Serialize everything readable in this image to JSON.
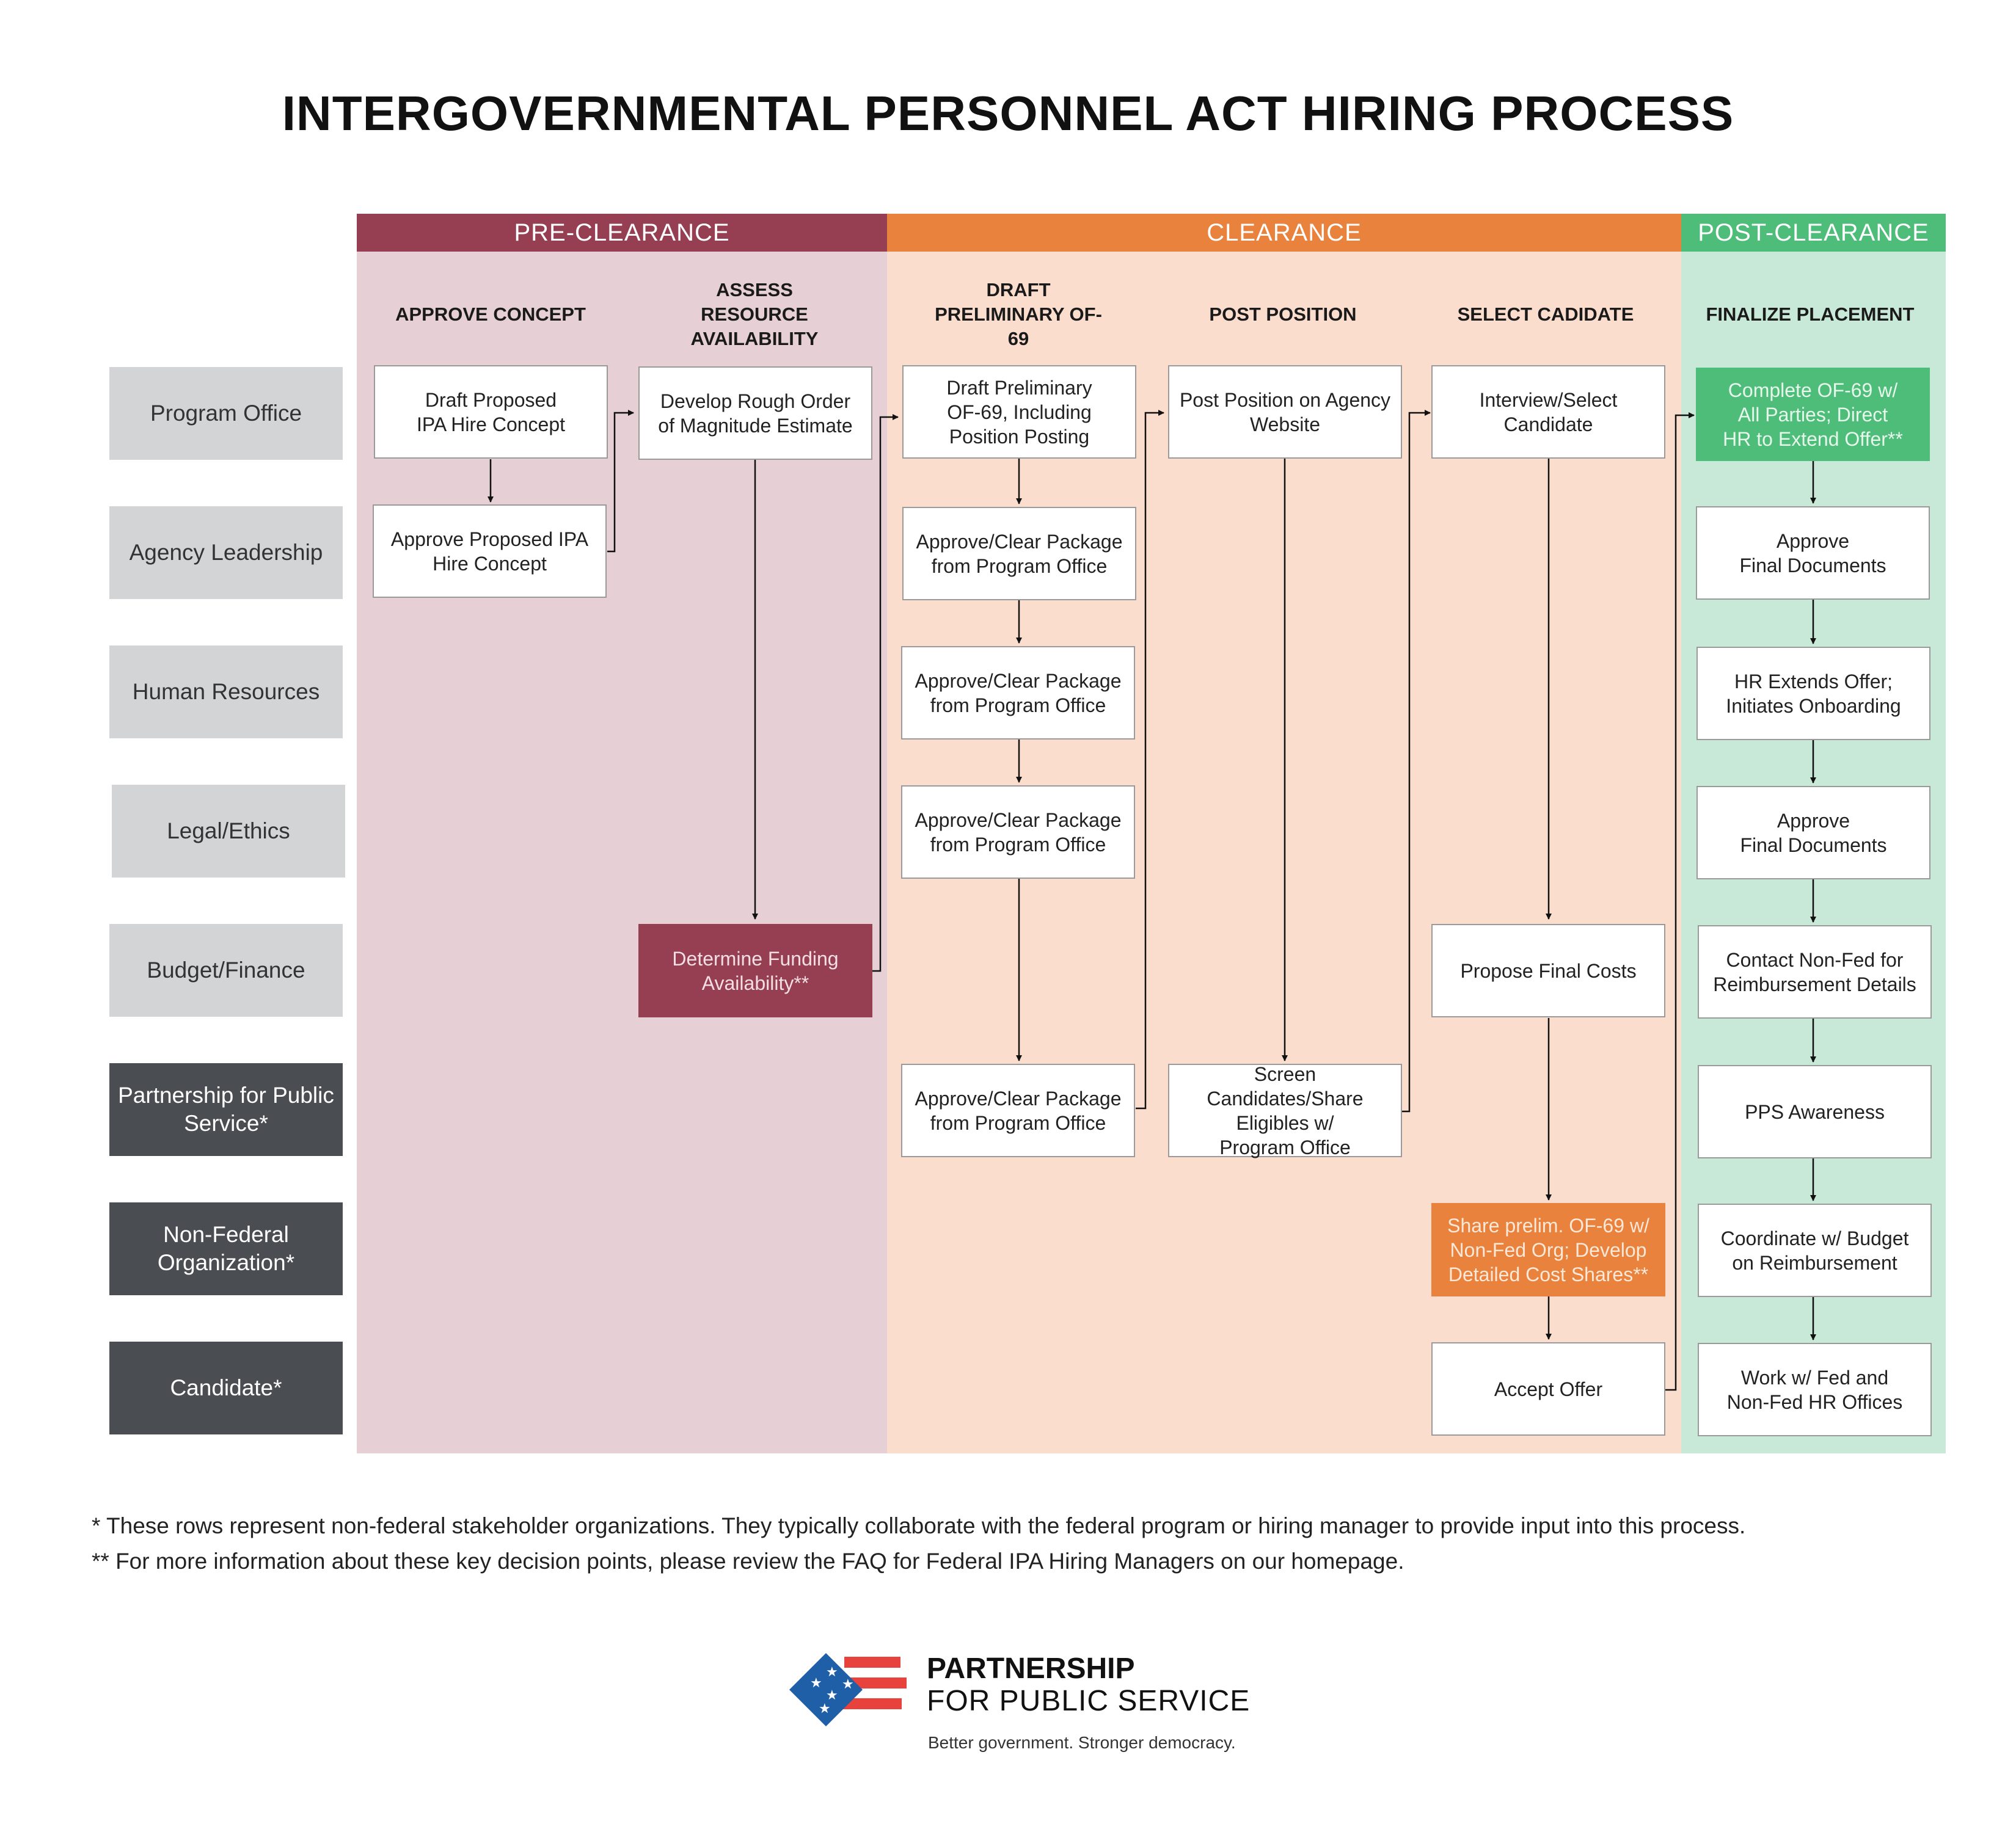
{
  "title": "INTERGOVERNMENTAL PERSONNEL ACT HIRING PROCESS",
  "colors": {
    "pre_clearance": "#963f52",
    "pre_clearance_bg": "#e6d0d6",
    "clearance": "#e8823d",
    "clearance_bg": "#fbddce",
    "post_clearance": "#4dbd79",
    "post_clearance_bg": "#c8e8d8"
  },
  "phases": [
    {
      "label": "PRE-CLEARANCE"
    },
    {
      "label": "CLEARANCE"
    },
    {
      "label": "POST-CLEARANCE"
    }
  ],
  "columns": [
    {
      "label": "APPROVE CONCEPT"
    },
    {
      "label": "ASSESS RESOURCE AVAILABILITY"
    },
    {
      "label": "DRAFT PRELIMINARY OF-69"
    },
    {
      "label": "POST POSITION"
    },
    {
      "label": "SELECT CADIDATE"
    },
    {
      "label": "FINALIZE PLACEMENT"
    }
  ],
  "rows": [
    {
      "label": "Program Office"
    },
    {
      "label": "Agency Leadership"
    },
    {
      "label": "Human Resources"
    },
    {
      "label": "Legal/Ethics"
    },
    {
      "label": "Budget/Finance"
    },
    {
      "label": "Partnership for Public Service*"
    },
    {
      "label": "Non-Federal Organization*"
    },
    {
      "label": "Candidate*"
    }
  ],
  "steps": {
    "draft_concept": "Draft Proposed\nIPA Hire Concept",
    "approve_concept": "Approve Proposed IPA\nHire Concept",
    "rough_estimate": "Develop Rough Order\nof Magnitude Estimate",
    "funding": "Determine Funding\nAvailability**",
    "draft_of69": "Draft Preliminary\nOF-69, Including\nPosition Posting",
    "clear_leadership": "Approve/Clear Package\nfrom Program Office",
    "clear_hr": "Approve/Clear Package\nfrom Program Office",
    "clear_legal": "Approve/Clear Package\nfrom Program Office",
    "clear_pps": "Approve/Clear Package\nfrom Program Office",
    "post_website": "Post Position on Agency\nWebsite",
    "screen": "Screen Candidates/Share\nEligibles w/\nProgram Office",
    "interview": "Interview/Select\nCandidate",
    "final_costs": "Propose Final Costs",
    "share_of69": "Share prelim. OF-69 w/\nNon-Fed Org; Develop\nDetailed Cost Shares**",
    "accept": "Accept Offer",
    "complete_of69": "Complete OF-69 w/\nAll Parties; Direct\nHR to Extend Offer**",
    "approve_final_1": "Approve\nFinal Documents",
    "hr_extends": "HR Extends Offer;\nInitiates Onboarding",
    "approve_final_2": "Approve\nFinal Documents",
    "contact_nonfed": "Contact Non-Fed for\nReimbursement Details",
    "pps_awareness": "PPS Awareness",
    "coordinate": "Coordinate w/ Budget\non Reimbursement",
    "work_hr": "Work w/ Fed and\nNon-Fed HR Offices"
  },
  "footnotes": {
    "single": "* These rows represent non-federal stakeholder organizations. They typically collaborate with the federal program or hiring manager to provide input into this process.",
    "double": "** For more information about these key decision points, please review the FAQ for Federal IPA Hiring Managers on our homepage."
  },
  "logo": {
    "name_line1": "PARTNERSHIP",
    "name_line2": "FOR PUBLIC SERVICE",
    "tagline": "Better government. Stronger democracy."
  }
}
